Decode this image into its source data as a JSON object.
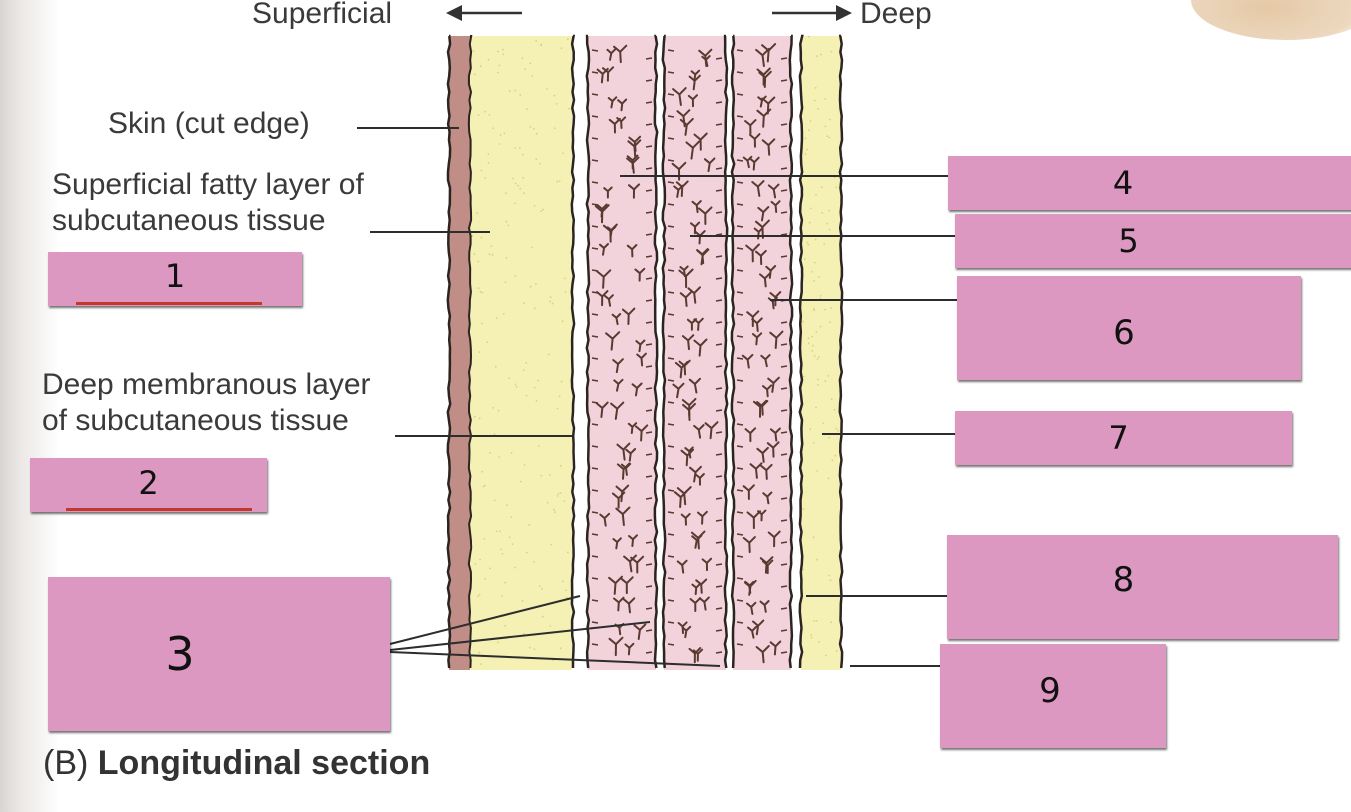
{
  "header": {
    "superficial": "Superficial",
    "deep": "Deep"
  },
  "labels": {
    "skin": "Skin (cut edge)",
    "fatty_line1": "Superficial fatty layer of",
    "fatty_line2": "subcutaneous tissue",
    "membranous_line1": "Deep membranous layer",
    "membranous_line2": "of subcutaneous tissue"
  },
  "answer_boxes": [
    {
      "number": "1"
    },
    {
      "number": "2"
    },
    {
      "number": "3"
    },
    {
      "number": "4"
    },
    {
      "number": "5"
    },
    {
      "number": "6"
    },
    {
      "number": "7"
    },
    {
      "number": "8"
    },
    {
      "number": "9"
    }
  ],
  "caption": {
    "prefix": "(B)",
    "text": "Longitudinal section"
  },
  "colors": {
    "answer_box": "#dd98c1",
    "fat_layer": "#f5f1b5",
    "muscle_layer": "#f2d3dc",
    "skin_layer": "#c08e86",
    "fiber": "#5a3a30",
    "underline": "#c0392b"
  }
}
